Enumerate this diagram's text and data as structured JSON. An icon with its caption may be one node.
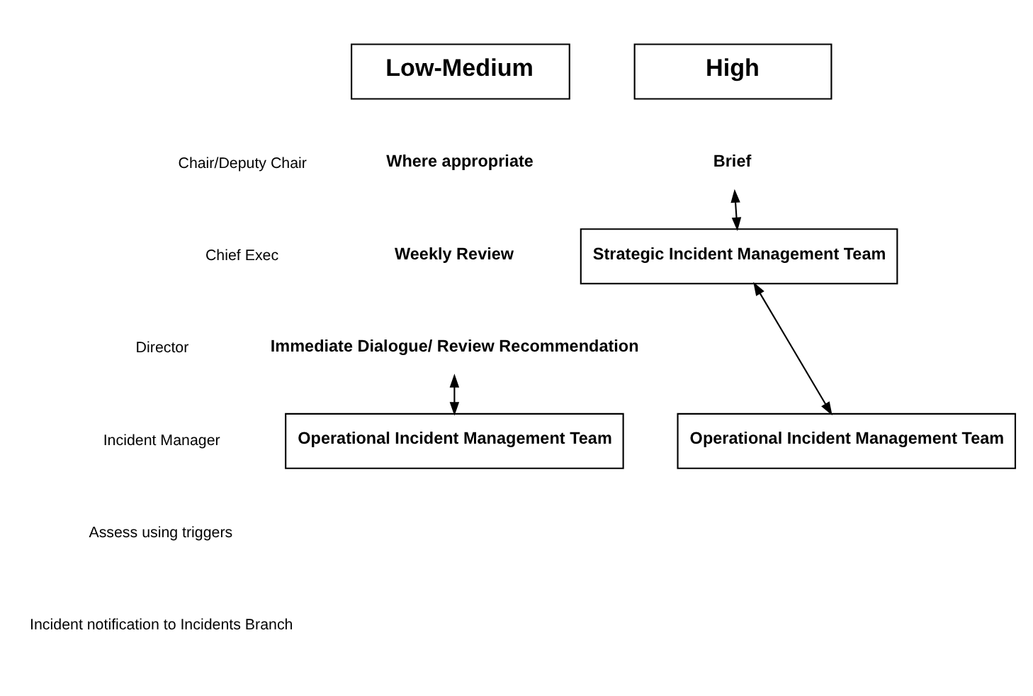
{
  "diagram": {
    "nodes": [
      {
        "text": [
          "Low-Medium"
        ]
      },
      {
        "text": [
          "High"
        ]
      },
      {
        "text": [
          "Where appropriate"
        ]
      },
      {
        "text": [
          "Brief"
        ]
      },
      {
        "text": [
          "Weekly Review"
        ]
      },
      {
        "text": [
          "Strategic Incident Management Team"
        ]
      },
      {
        "text": [
          "Immediate Dialogue/ Review Recommendation"
        ]
      },
      {
        "text": [
          "Operational Incident Management Team"
        ]
      },
      {
        "text": [
          "Operational Incident Management Team"
        ]
      }
    ],
    "edges": [
      {
        "from": 3,
        "to": 5,
        "arrow": "both"
      },
      {
        "from": 6,
        "to": 7,
        "arrow": "both"
      },
      {
        "from": 5,
        "to": 8,
        "arrow": "both"
      }
    ],
    "labels": [
      "Chair/Deputy Chair",
      "Chief Exec",
      "Director",
      "Incident Manager",
      "Assess using triggers",
      "Incident notification to Incidents Branch"
    ]
  }
}
